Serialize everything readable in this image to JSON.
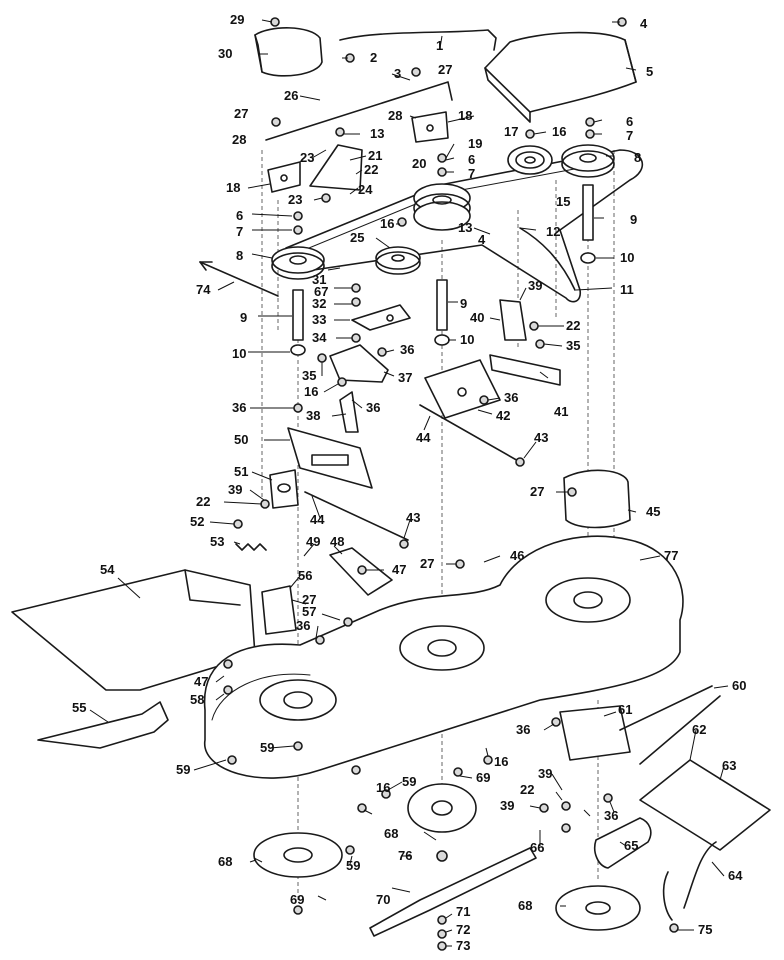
{
  "diagram": {
    "callouts": [
      {
        "id": "c1",
        "text": "1"
      },
      {
        "id": "c2",
        "text": "2"
      },
      {
        "id": "c3",
        "text": "3"
      },
      {
        "id": "c4a",
        "text": "4"
      },
      {
        "id": "c4b",
        "text": "4"
      },
      {
        "id": "c5",
        "text": "5"
      },
      {
        "id": "c6a",
        "text": "6"
      },
      {
        "id": "c6b",
        "text": "6"
      },
      {
        "id": "c6c",
        "text": "6"
      },
      {
        "id": "c7a",
        "text": "7"
      },
      {
        "id": "c7b",
        "text": "7"
      },
      {
        "id": "c7c",
        "text": "7"
      },
      {
        "id": "c8a",
        "text": "8"
      },
      {
        "id": "c8b",
        "text": "8"
      },
      {
        "id": "c9a",
        "text": "9"
      },
      {
        "id": "c9b",
        "text": "9"
      },
      {
        "id": "c9c",
        "text": "9"
      },
      {
        "id": "c10a",
        "text": "10"
      },
      {
        "id": "c10b",
        "text": "10"
      },
      {
        "id": "c10c",
        "text": "10"
      },
      {
        "id": "c11",
        "text": "11"
      },
      {
        "id": "c12",
        "text": "12"
      },
      {
        "id": "c13a",
        "text": "13"
      },
      {
        "id": "c13b",
        "text": "13"
      },
      {
        "id": "c15",
        "text": "15"
      },
      {
        "id": "c16a",
        "text": "16"
      },
      {
        "id": "c16b",
        "text": "16"
      },
      {
        "id": "c16c",
        "text": "16"
      },
      {
        "id": "c16d",
        "text": "16"
      },
      {
        "id": "c16e",
        "text": "16"
      },
      {
        "id": "c17",
        "text": "17"
      },
      {
        "id": "c18a",
        "text": "18"
      },
      {
        "id": "c18b",
        "text": "18"
      },
      {
        "id": "c19",
        "text": "19"
      },
      {
        "id": "c20",
        "text": "20"
      },
      {
        "id": "c21",
        "text": "21"
      },
      {
        "id": "c22a",
        "text": "22"
      },
      {
        "id": "c22b",
        "text": "22"
      },
      {
        "id": "c22c",
        "text": "22"
      },
      {
        "id": "c22d",
        "text": "22"
      },
      {
        "id": "c23a",
        "text": "23"
      },
      {
        "id": "c23b",
        "text": "23"
      },
      {
        "id": "c24",
        "text": "24"
      },
      {
        "id": "c25",
        "text": "25"
      },
      {
        "id": "c26",
        "text": "26"
      },
      {
        "id": "c27a",
        "text": "27"
      },
      {
        "id": "c27b",
        "text": "27"
      },
      {
        "id": "c27c",
        "text": "27"
      },
      {
        "id": "c27d",
        "text": "27"
      },
      {
        "id": "c27e",
        "text": "27"
      },
      {
        "id": "c28a",
        "text": "28"
      },
      {
        "id": "c28b",
        "text": "28"
      },
      {
        "id": "c29",
        "text": "29"
      },
      {
        "id": "c30",
        "text": "30"
      },
      {
        "id": "c31",
        "text": "31"
      },
      {
        "id": "c32",
        "text": "32"
      },
      {
        "id": "c33",
        "text": "33"
      },
      {
        "id": "c34",
        "text": "34"
      },
      {
        "id": "c35a",
        "text": "35"
      },
      {
        "id": "c35b",
        "text": "35"
      },
      {
        "id": "c36a",
        "text": "36"
      },
      {
        "id": "c36b",
        "text": "36"
      },
      {
        "id": "c36c",
        "text": "36"
      },
      {
        "id": "c36d",
        "text": "36"
      },
      {
        "id": "c36e",
        "text": "36"
      },
      {
        "id": "c36f",
        "text": "36"
      },
      {
        "id": "c36g",
        "text": "36"
      },
      {
        "id": "c37",
        "text": "37"
      },
      {
        "id": "c38",
        "text": "38"
      },
      {
        "id": "c39a",
        "text": "39"
      },
      {
        "id": "c39b",
        "text": "39"
      },
      {
        "id": "c39c",
        "text": "39"
      },
      {
        "id": "c39d",
        "text": "39"
      },
      {
        "id": "c40",
        "text": "40"
      },
      {
        "id": "c41",
        "text": "41"
      },
      {
        "id": "c42",
        "text": "42"
      },
      {
        "id": "c43a",
        "text": "43"
      },
      {
        "id": "c43b",
        "text": "43"
      },
      {
        "id": "c44a",
        "text": "44"
      },
      {
        "id": "c44b",
        "text": "44"
      },
      {
        "id": "c45",
        "text": "45"
      },
      {
        "id": "c46",
        "text": "46"
      },
      {
        "id": "c47a",
        "text": "47"
      },
      {
        "id": "c47b",
        "text": "47"
      },
      {
        "id": "c48",
        "text": "48"
      },
      {
        "id": "c49",
        "text": "49"
      },
      {
        "id": "c50",
        "text": "50"
      },
      {
        "id": "c51",
        "text": "51"
      },
      {
        "id": "c52",
        "text": "52"
      },
      {
        "id": "c53",
        "text": "53"
      },
      {
        "id": "c54",
        "text": "54"
      },
      {
        "id": "c55",
        "text": "55"
      },
      {
        "id": "c56",
        "text": "56"
      },
      {
        "id": "c57",
        "text": "57"
      },
      {
        "id": "c58",
        "text": "58"
      },
      {
        "id": "c59a",
        "text": "59"
      },
      {
        "id": "c59b",
        "text": "59"
      },
      {
        "id": "c59c",
        "text": "59"
      },
      {
        "id": "c59d",
        "text": "59"
      },
      {
        "id": "c60",
        "text": "60"
      },
      {
        "id": "c61",
        "text": "61"
      },
      {
        "id": "c62",
        "text": "62"
      },
      {
        "id": "c63",
        "text": "63"
      },
      {
        "id": "c64",
        "text": "64"
      },
      {
        "id": "c65",
        "text": "65"
      },
      {
        "id": "c66",
        "text": "66"
      },
      {
        "id": "c67",
        "text": "67"
      },
      {
        "id": "c68a",
        "text": "68"
      },
      {
        "id": "c68b",
        "text": "68"
      },
      {
        "id": "c68c",
        "text": "68"
      },
      {
        "id": "c69a",
        "text": "69"
      },
      {
        "id": "c69b",
        "text": "69"
      },
      {
        "id": "c70",
        "text": "70"
      },
      {
        "id": "c71",
        "text": "71"
      },
      {
        "id": "c72",
        "text": "72"
      },
      {
        "id": "c73",
        "text": "73"
      },
      {
        "id": "c74",
        "text": "74"
      },
      {
        "id": "c75",
        "text": "75"
      },
      {
        "id": "c76",
        "text": "76"
      },
      {
        "id": "c77",
        "text": "77"
      }
    ]
  }
}
